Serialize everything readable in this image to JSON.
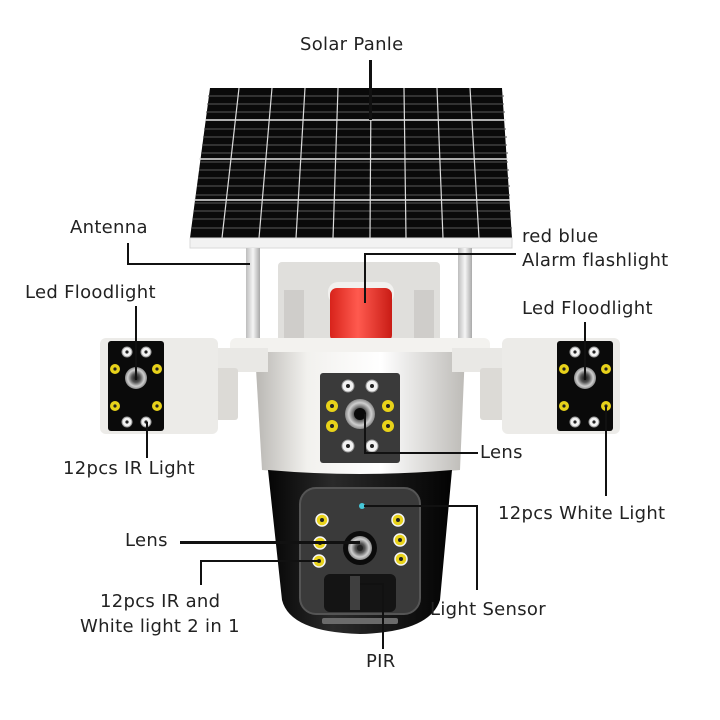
{
  "diagram": {
    "title": "Solar powered dual-lens PTZ security camera component diagram",
    "colors": {
      "background": "#ffffff",
      "solar_panel": "#0a0a0a",
      "panel_grid": "#d8d8d8",
      "housing_white": "#ebe9e5",
      "housing_black": "#1a1a1a",
      "alarm_red": "#ee2b22",
      "ir_led_yellow": "#e8d21a",
      "light_sensor_cyan": "#46c7d8",
      "leader_line": "#111111"
    },
    "labels": {
      "solar_panel": "Solar Panle",
      "antenna": "Antenna",
      "alarm_line1": "red blue",
      "alarm_line2": "Alarm flashlight",
      "led_floodlight_left": "Led Floodlight",
      "led_floodlight_right": "Led Floodlight",
      "ir_light": "12pcs IR Light",
      "lens_upper": "Lens",
      "white_light": "12pcs White Light",
      "lens_lower": "Lens",
      "ir_white_line1": "12pcs  IR and",
      "ir_white_line2": "White light 2 in 1",
      "light_sensor": "Light Sensor",
      "pir": "PIR"
    },
    "components": [
      {
        "id": "solar-panel",
        "label_ref": "solar_panel"
      },
      {
        "id": "antenna",
        "label_ref": "antenna"
      },
      {
        "id": "alarm-flashlight",
        "label_ref": "alarm_line2"
      },
      {
        "id": "floodlight-left",
        "label_ref": "led_floodlight_left"
      },
      {
        "id": "floodlight-right",
        "label_ref": "led_floodlight_right"
      },
      {
        "id": "ir-light",
        "label_ref": "ir_light"
      },
      {
        "id": "upper-lens",
        "label_ref": "lens_upper"
      },
      {
        "id": "white-light",
        "label_ref": "white_light"
      },
      {
        "id": "lower-lens",
        "label_ref": "lens_lower"
      },
      {
        "id": "ir-white-2in1",
        "label_ref": "ir_white_line2"
      },
      {
        "id": "light-sensor",
        "label_ref": "light_sensor"
      },
      {
        "id": "pir-sensor",
        "label_ref": "pir"
      }
    ]
  }
}
